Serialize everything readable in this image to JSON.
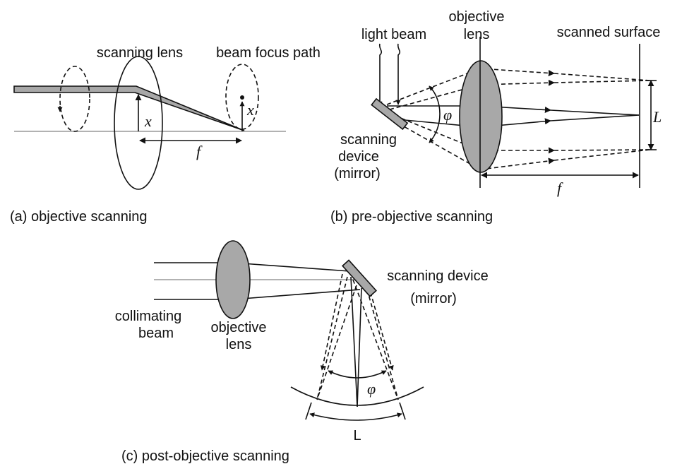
{
  "panel_a": {
    "caption": "(a) objective scanning",
    "label_scanning_lens": "scanning lens",
    "label_beam_focus_path": "beam focus path",
    "symbol_x_lens": "x",
    "symbol_x_focus": "x",
    "symbol_f": "f"
  },
  "panel_b": {
    "caption": "(b) pre-objective scanning",
    "label_light_beam": "light beam",
    "label_objective_lens_line1": "objective",
    "label_objective_lens_line2": "lens",
    "label_scanned_surface": "scanned surface",
    "label_scanning_device_line1": "scanning",
    "label_scanning_device_line2": "device",
    "label_scanning_device_line3": "(mirror)",
    "symbol_phi": "φ",
    "symbol_L": "L",
    "symbol_f": "f"
  },
  "panel_c": {
    "caption": "(c) post-objective scanning",
    "label_collimating_beam_line1": "collimating",
    "label_collimating_beam_line2": "beam",
    "label_objective_lens_line1": "objective",
    "label_objective_lens_line2": "lens",
    "label_scanning_device_line1": "scanning device",
    "label_scanning_device_line2": "(mirror)",
    "symbol_phi": "φ",
    "symbol_L": "L"
  }
}
